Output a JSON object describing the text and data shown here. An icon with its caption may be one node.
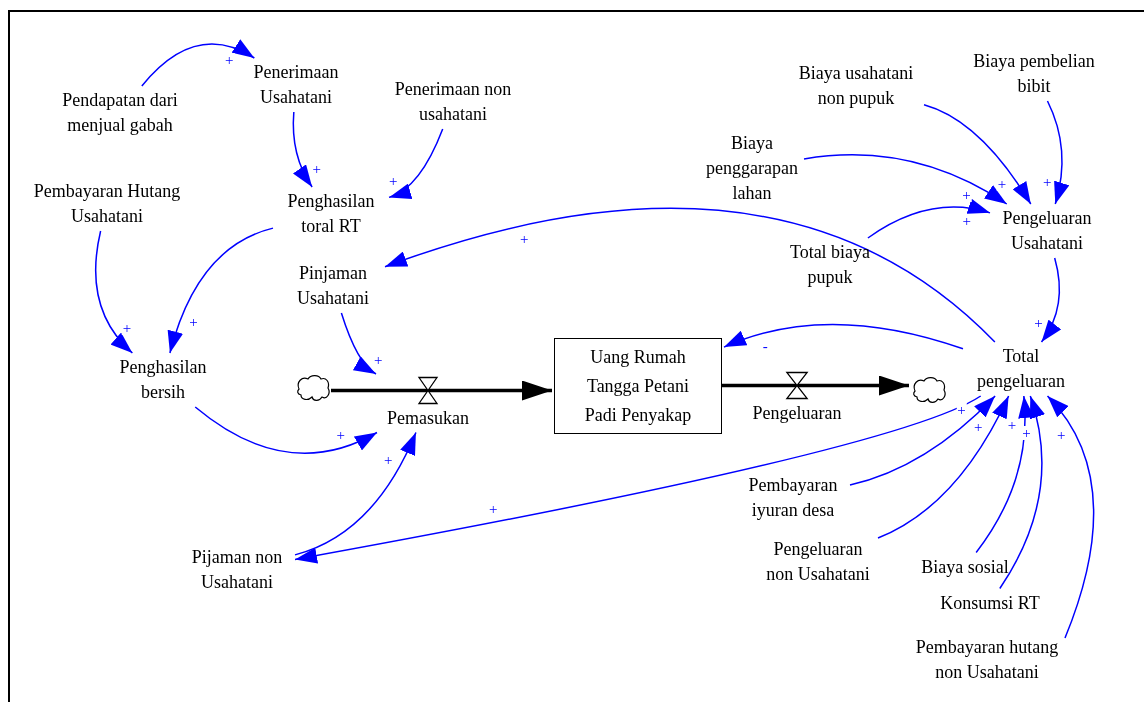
{
  "diagram": {
    "nodes": [
      {
        "text": [
          "Pendapatan dari menjual gabah"
        ]
      },
      {
        "text": [
          "Penerimaan Usahatani"
        ]
      },
      {
        "text": [
          "Penerimaan non usahatani"
        ]
      },
      {
        "text": [
          "Pembayaran Hutang Usahatani"
        ]
      },
      {
        "text": [
          "Penghasilan toral RT"
        ]
      },
      {
        "text": [
          "Pinjaman Usahatani"
        ]
      },
      {
        "text": [
          "Penghasilan bersih"
        ]
      },
      {
        "text": [],
        "shape": "cloud"
      },
      {
        "text": [
          "Pemasukan"
        ]
      },
      {
        "text": [
          "Uang Rumah Tangga Petani Padi Penyakap"
        ]
      },
      {
        "text": [
          "Pengeluaran"
        ]
      },
      {
        "text": [],
        "shape": "cloud"
      },
      {
        "text": [
          "Pijaman non Usahatani"
        ]
      },
      {
        "text": [
          "Biaya usahatani non pupuk"
        ]
      },
      {
        "text": [
          "Biaya pembelian bibit"
        ]
      },
      {
        "text": [
          "Biaya penggarapan lahan"
        ]
      },
      {
        "text": [
          "Total biaya pupuk"
        ]
      },
      {
        "text": [
          "Pengeluaran Usahatani"
        ]
      },
      {
        "text": [
          "Total pengeluaran"
        ]
      },
      {
        "text": [
          "Pembayaran iyuran desa"
        ]
      },
      {
        "text": [
          "Pengeluaran non Usahatani"
        ]
      },
      {
        "text": [
          "Biaya sosial"
        ]
      },
      {
        "text": [
          "Konsumsi RT"
        ]
      },
      {
        "text": [
          "Pembayaran hutang non Usahatani"
        ]
      }
    ],
    "edges": [
      {
        "from": 0,
        "to": 1,
        "arrow": "to",
        "label": "+"
      },
      {
        "from": 1,
        "to": 4,
        "arrow": "to",
        "label": "+"
      },
      {
        "from": 2,
        "to": 4,
        "arrow": "to",
        "label": "+"
      },
      {
        "from": 4,
        "to": 6,
        "arrow": "to",
        "label": "+"
      },
      {
        "from": 3,
        "to": 6,
        "arrow": "to",
        "label": "+"
      },
      {
        "from": 5,
        "to": 8,
        "arrow": "to",
        "label": "+"
      },
      {
        "from": 6,
        "to": 8,
        "arrow": "to",
        "label": "+"
      },
      {
        "from": 12,
        "to": 8,
        "arrow": "to",
        "label": "+"
      },
      {
        "from": 18,
        "to": 5,
        "arrow": "to",
        "label": "+"
      },
      {
        "from": 18,
        "to": 9,
        "arrow": "to",
        "label": "-"
      },
      {
        "from": 18,
        "to": 12,
        "arrow": "to",
        "label": "+"
      },
      {
        "from": 13,
        "to": 17,
        "arrow": "to",
        "label": "+"
      },
      {
        "from": 14,
        "to": 17,
        "arrow": "to",
        "label": "+"
      },
      {
        "from": 15,
        "to": 17,
        "arrow": "to",
        "label": "+"
      },
      {
        "from": 16,
        "to": 17,
        "arrow": "to",
        "label": "+"
      },
      {
        "from": 17,
        "to": 18,
        "arrow": "to",
        "label": "+"
      },
      {
        "from": 19,
        "to": 18,
        "arrow": "to",
        "label": "+"
      },
      {
        "from": 20,
        "to": 18,
        "arrow": "to",
        "label": "+"
      },
      {
        "from": 21,
        "to": 18,
        "arrow": "to",
        "label": "+"
      },
      {
        "from": 22,
        "to": 18,
        "arrow": "to",
        "label": "+"
      },
      {
        "from": 23,
        "to": 18,
        "arrow": "to",
        "label": "+"
      },
      {
        "from": 7,
        "to": 8,
        "arrow": "none",
        "style": "thick",
        "color": "#000000"
      },
      {
        "from": 8,
        "to": 9,
        "arrow": "to",
        "style": "thick",
        "color": "#000000"
      },
      {
        "from": 9,
        "to": 10,
        "arrow": "none",
        "style": "thick",
        "color": "#000000"
      },
      {
        "from": 10,
        "to": 11,
        "arrow": "to",
        "style": "thick",
        "color": "#000000"
      }
    ]
  }
}
